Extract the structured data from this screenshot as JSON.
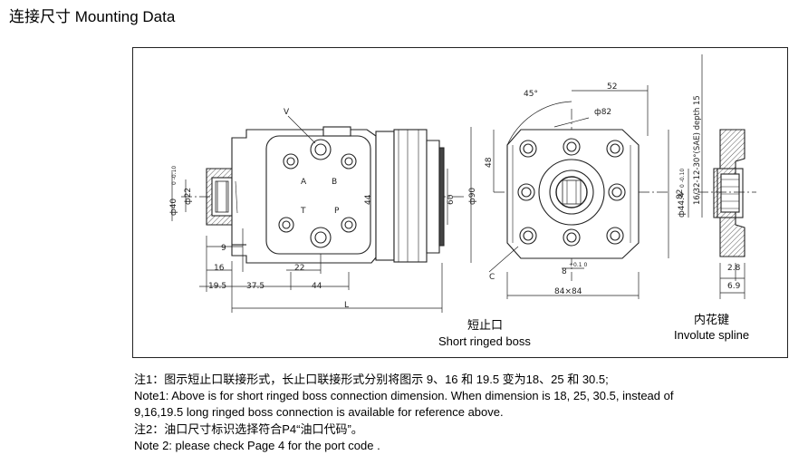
{
  "title": "连接尺寸 Mounting Data",
  "drawing": {
    "dims": {
      "v": "V",
      "a": "A",
      "b": "B",
      "t": "T",
      "p": "P",
      "d40": "ф40",
      "d40_tol": "0\n-0.10",
      "d22": "ф22",
      "d44_left": "44",
      "d60": "60",
      "d90": "ф90",
      "d9": "9",
      "d16": "16",
      "d22b": "22",
      "d19_5": "19.5",
      "d37_5": "37.5",
      "d44b": "44",
      "dL": "L",
      "d45deg": "45°",
      "d52": "52",
      "d82phi": "ф82",
      "d48": "48",
      "d82": "82",
      "dC": "C",
      "d8": "8",
      "d8_tol": "+0.1\n0",
      "d84x84": "84×84",
      "spline_spec": "16/32-12-30°(SAE) depth 15",
      "d44_4": "ф44.4",
      "d44_4_tol": "0\n-0.10",
      "d2_8": "2.8",
      "d6_9": "6.9"
    },
    "short_boss_cn": "短止口",
    "short_boss_en": "Short ringed boss",
    "spline_cn": "内花键",
    "spline_en": "Involute spline"
  },
  "notes": [
    "注1：图示短止口联接形式，长止口联接形式分别将图示 9、16 和 19.5 变为18、25 和 30.5;",
    "Note1: Above is for short ringed boss connection dimension. When dimension is 18, 25, 30.5, instead of",
    "9,16,19.5 long ringed boss connection is available for reference above.",
    "注2：油口尺寸标识选择符合P4“油口代码”。",
    "Note 2: please check Page 4 for the port code ."
  ]
}
